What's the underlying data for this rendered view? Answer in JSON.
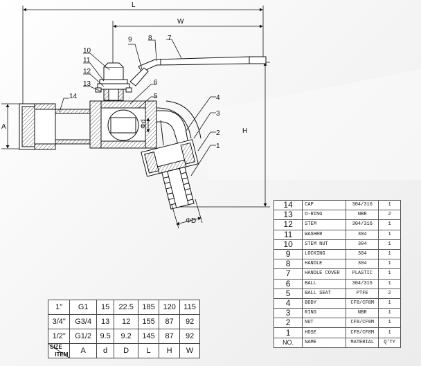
{
  "dimensions": {
    "L": "L",
    "W": "W",
    "H": "H",
    "A": "A",
    "d": "Φd",
    "D": "ΦD"
  },
  "callouts": [
    "1",
    "2",
    "3",
    "4",
    "5",
    "6",
    "7",
    "8",
    "9",
    "10",
    "11",
    "12",
    "13",
    "14"
  ],
  "parts": {
    "header": {
      "no": "NO.",
      "name": "NAME",
      "material": "MATERIAL",
      "qty": "Q'TY"
    },
    "rows": [
      {
        "no": "14",
        "name": "CAP",
        "material": "304/316",
        "qty": "1"
      },
      {
        "no": "13",
        "name": "O-RING",
        "material": "NBR",
        "qty": "2"
      },
      {
        "no": "12",
        "name": "STEM",
        "material": "304/316",
        "qty": "1"
      },
      {
        "no": "11",
        "name": "WASHER",
        "material": "304",
        "qty": "1"
      },
      {
        "no": "10",
        "name": "STEM NUT",
        "material": "304",
        "qty": "1"
      },
      {
        "no": "9",
        "name": "LOCKING",
        "material": "304",
        "qty": "1"
      },
      {
        "no": "8",
        "name": "HANDLE",
        "material": "304",
        "qty": "1"
      },
      {
        "no": "7",
        "name": "HANDLE COVER",
        "material": "PLASTIC",
        "qty": "1"
      },
      {
        "no": "6",
        "name": "BALL",
        "material": "304/316",
        "qty": "1"
      },
      {
        "no": "5",
        "name": "BALL SEAT",
        "material": "PTFE",
        "qty": "2"
      },
      {
        "no": "4",
        "name": "BODY",
        "material": "CF8/CF8M",
        "qty": "1"
      },
      {
        "no": "3",
        "name": "RING",
        "material": "NBR",
        "qty": "1"
      },
      {
        "no": "2",
        "name": "NUT",
        "material": "CF8/CF8M",
        "qty": "1"
      },
      {
        "no": "1",
        "name": "HOSE",
        "material": "CF8/CF8M",
        "qty": "1"
      }
    ]
  },
  "sizes": {
    "rows": [
      [
        "1\"",
        "G1",
        "15",
        "22.5",
        "185",
        "120",
        "115"
      ],
      [
        "3/4\"",
        "G3/4",
        "13",
        "12",
        "155",
        "87",
        "92"
      ],
      [
        "1/2\"",
        "G1/2",
        "9.5",
        "9.2",
        "145",
        "87",
        "92"
      ]
    ],
    "footer": {
      "size": "SIZE",
      "item": "ITEM",
      "cols": [
        "A",
        "d",
        "D",
        "L",
        "H",
        "W"
      ]
    }
  }
}
